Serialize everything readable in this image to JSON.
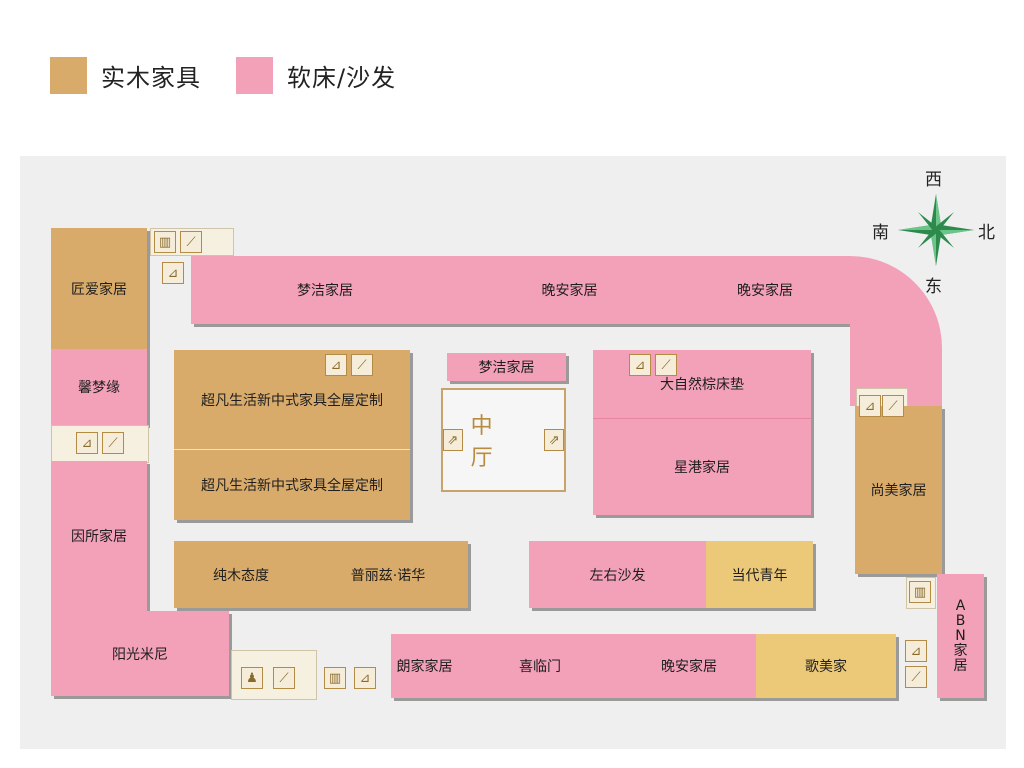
{
  "legend": {
    "solid_wood": {
      "label": "实木家具",
      "color": "#d9ab6a"
    },
    "soft_bed_sofa": {
      "label": "软床/沙发",
      "color": "#f3a0b9"
    }
  },
  "compass": {
    "north": "北",
    "south": "南",
    "east": "东",
    "west": "西"
  },
  "hall": {
    "label": "中 厅"
  },
  "stores": {
    "jiangai": "匠爱家居",
    "xinmengyuan": "馨梦缘",
    "yinsuo": "因所家居",
    "yangguangmini": "阳光米尼",
    "mengjie_top": "梦洁家居",
    "wanan_top1": "晚安家居",
    "wanan_top2": "晚安家居",
    "chaofan_1": "超凡生活新中式家具全屋定制",
    "chaofan_2": "超凡生活新中式家具全屋定制",
    "mengjie_small": "梦洁家居",
    "daziran": "大自然棕床垫",
    "xinggang": "星港家居",
    "shangmei": "尚美家居",
    "chunmu": "纯木态度",
    "pulizi": "普丽兹·诺华",
    "zuoyou": "左右沙发",
    "dangdai": "当代青年",
    "abn_letters": [
      "A",
      "B",
      "N",
      "家",
      "居"
    ],
    "langjia": "朗家家居",
    "xilinmen": "喜临门",
    "wanan_bottom": "晚安家居",
    "gemei": "歌美家"
  },
  "icons": {
    "elevator": "▥",
    "escalator": "⟋",
    "stairs": "⊿",
    "restroom": "♟"
  }
}
